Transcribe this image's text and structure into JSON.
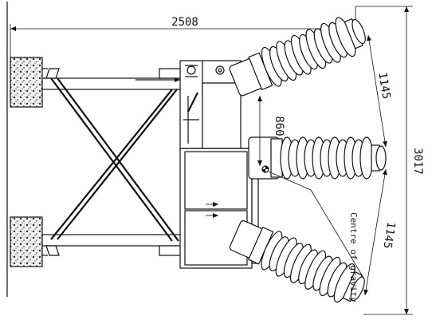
{
  "dimensions": {
    "width_total": "2508",
    "height_total": "3017",
    "bushing_spacing_upper": "1145",
    "bushing_spacing_lower": "1145",
    "cg_height": "860"
  },
  "annotations": {
    "centre_of_gravity": "Centre of gravity"
  }
}
